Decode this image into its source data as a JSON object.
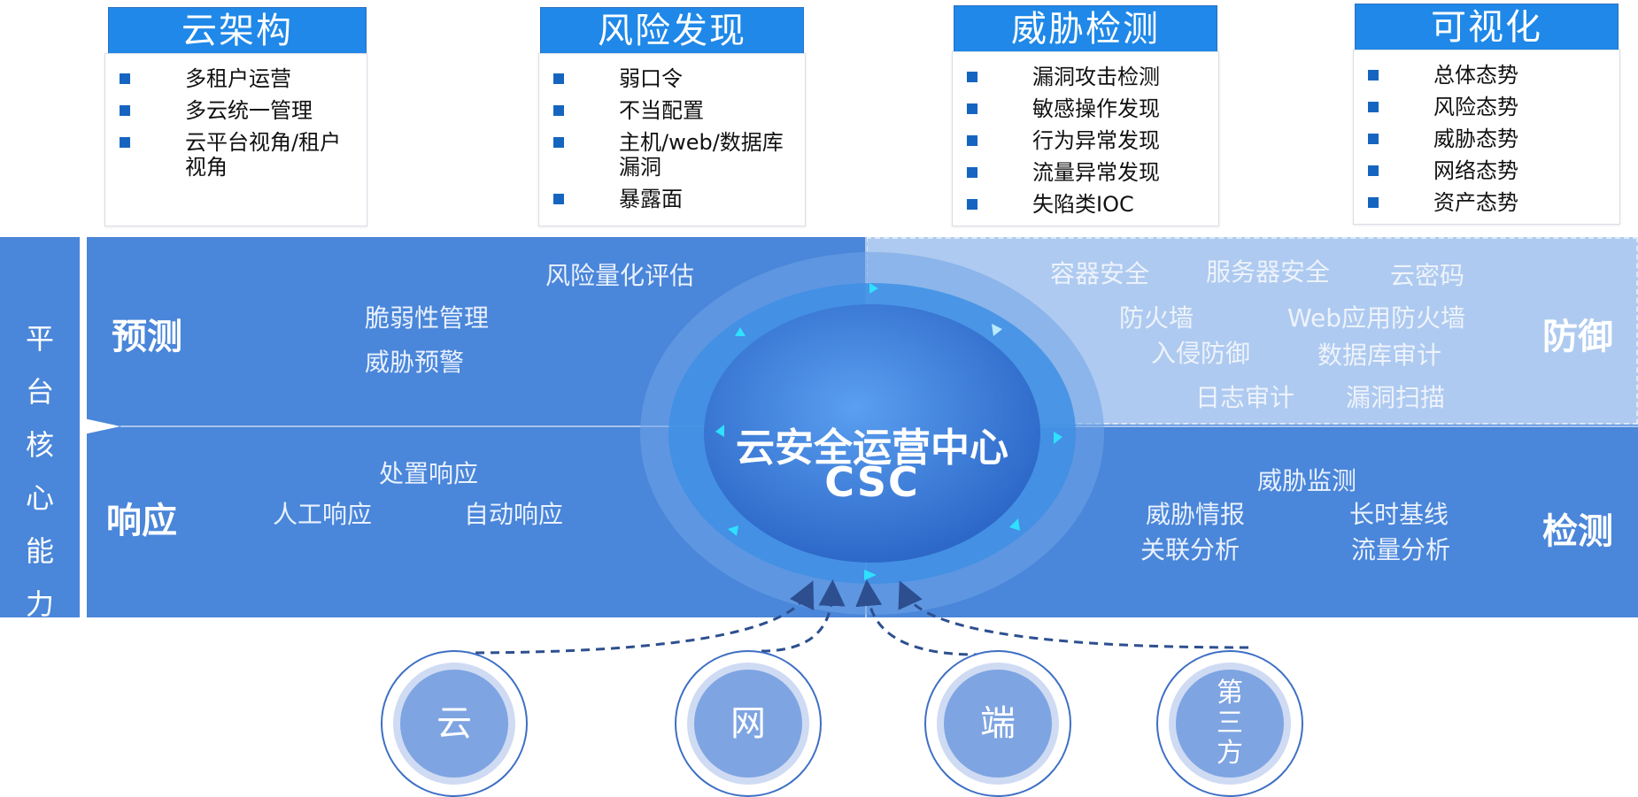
{
  "cards": [
    {
      "title": "云架构",
      "items": [
        "多租户运营",
        "多云统一管理",
        "云平台视角/租户视角"
      ]
    },
    {
      "title": "风险发现",
      "items": [
        "弱口令",
        "不当配置",
        "主机/web/数据库漏洞",
        "暴露面"
      ]
    },
    {
      "title": "威胁检测",
      "items": [
        "漏洞攻击检测",
        "敏感操作发现",
        "行为异常发现",
        "流量异常发现",
        "失陷类IOC"
      ]
    },
    {
      "title": "可视化",
      "items": [
        "总体态势",
        "风险态势",
        "威胁态势",
        "网络态势",
        "资产态势"
      ]
    }
  ],
  "left_label": [
    "平",
    "台",
    "核",
    "心",
    "能",
    "力"
  ],
  "center": {
    "title": "云安全运营中心",
    "subtitle": "CSC"
  },
  "quadrants": {
    "predict": {
      "title": "预测",
      "items": [
        "风险量化评估",
        "脆弱性管理",
        "威胁预警"
      ]
    },
    "defense": {
      "title": "防御",
      "items": [
        "容器安全",
        "服务器安全",
        "云密码",
        "防火墙",
        "Web应用防火墙",
        "入侵防御",
        "数据库审计",
        "日志审计",
        "漏洞扫描"
      ]
    },
    "response": {
      "title": "响应",
      "items": [
        "处置响应",
        "人工响应",
        "自动响应"
      ]
    },
    "detect": {
      "title": "检测",
      "items": [
        "威胁监测",
        "威胁情报",
        "长时基线",
        "关联分析",
        "流量分析"
      ]
    }
  },
  "sources": [
    "云",
    "网",
    "端",
    "第三方"
  ],
  "colors": {
    "band": "#4a86d9",
    "header": "#1f88e8",
    "defense_panel": "#aecaf0",
    "center": "#3b78d8"
  }
}
